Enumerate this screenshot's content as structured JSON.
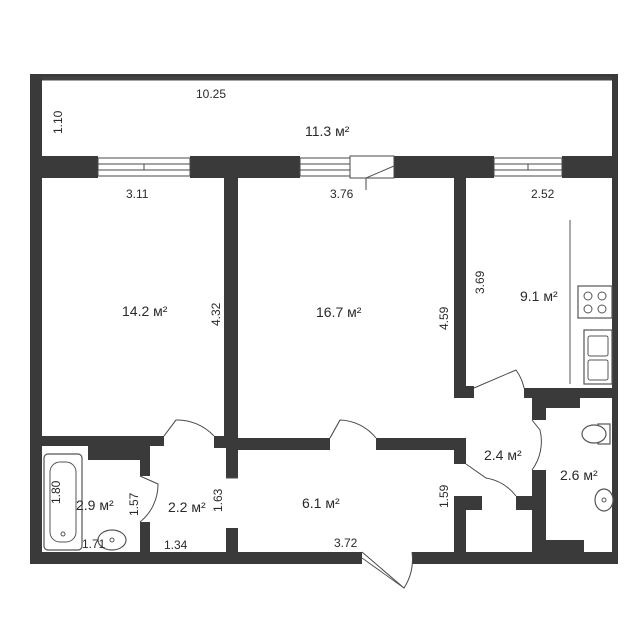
{
  "rooms": {
    "balcony": {
      "area": "11.3 м²"
    },
    "room1": {
      "area": "14.2 м²"
    },
    "room2": {
      "area": "16.7 м²"
    },
    "kitchen": {
      "area": "9.1 м²"
    },
    "bathroom": {
      "area": "2.9 м²"
    },
    "hall_small": {
      "area": "2.2 м²"
    },
    "corridor": {
      "area": "6.1 м²"
    },
    "hall_right": {
      "area": "2.4 м²"
    },
    "toilet": {
      "area": "2.6 м²"
    }
  },
  "dimensions": {
    "balcony_length": "10.25",
    "balcony_width": "1.10",
    "room1_width": "3.11",
    "room1_length": "4.32",
    "room2_width": "3.76",
    "room2_length": "4.59",
    "kitchen_width": "2.52",
    "kitchen_length": "3.69",
    "bathroom_length": "1.80",
    "bathroom_width": "1.71",
    "bathroom_side": "1.57",
    "hall_small_width": "1.34",
    "hall_small_side": "1.63",
    "corridor_width": "3.72",
    "corridor_side": "1.59"
  },
  "colors": {
    "wall": "#3a3a3a",
    "background": "#ffffff",
    "line": "#4a4a4a"
  }
}
